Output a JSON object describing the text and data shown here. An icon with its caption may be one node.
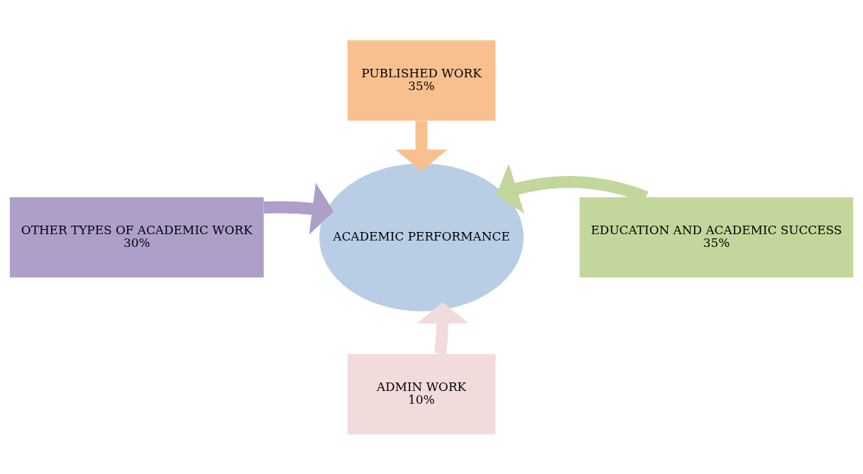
{
  "diagram": {
    "nodes": [
      {
        "text": [
          "PUBLISHED WORK",
          "35%"
        ]
      },
      {
        "text": [
          "OTHER TYPES OF ACADEMIC WORK",
          "30%"
        ]
      },
      {
        "text": [
          "ACADEMIC PERFORMANCE"
        ]
      },
      {
        "text": [
          "EDUCATION AND ACADEMIC SUCCESS",
          "35%"
        ]
      },
      {
        "text": [
          "ADMIN WORK",
          "10%"
        ]
      }
    ],
    "edges": [
      {
        "from": 0,
        "to": 2,
        "arrow": "to",
        "color": "#f9c08f"
      },
      {
        "from": 1,
        "to": 2,
        "arrow": "to",
        "color": "#ae9fc9"
      },
      {
        "from": 3,
        "to": 2,
        "arrow": "to",
        "color": "#c3d69b"
      },
      {
        "from": 4,
        "to": 2,
        "arrow": "to",
        "color": "#f2dcdb"
      }
    ]
  }
}
